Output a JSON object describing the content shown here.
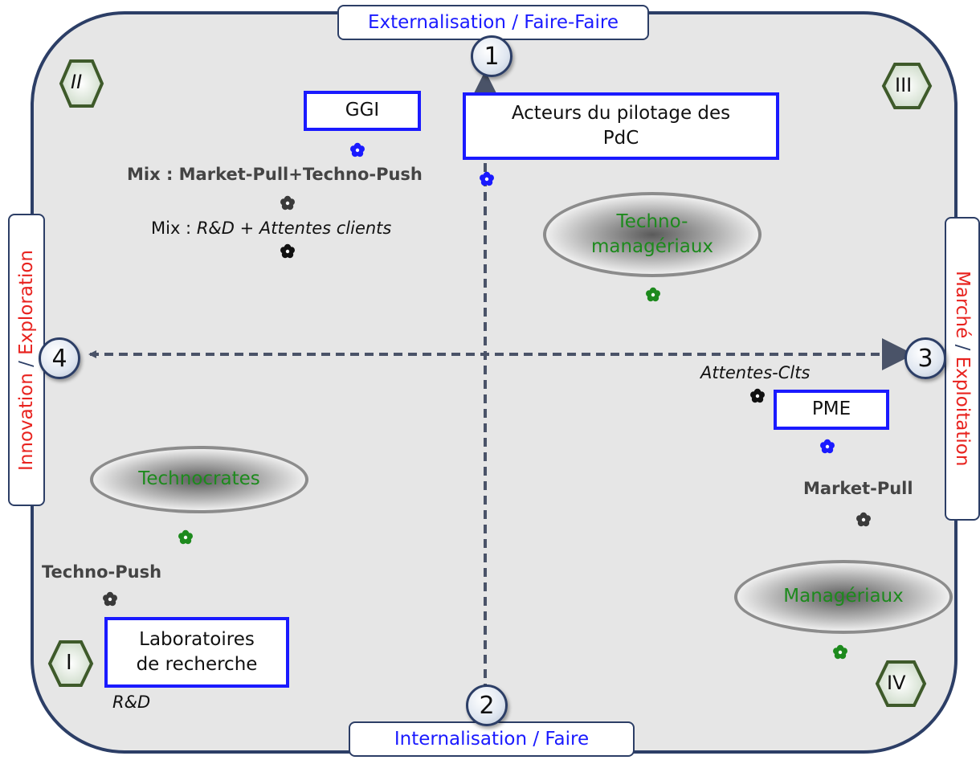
{
  "axes": {
    "top": "Externalisation / Faire-Faire",
    "bottom": "Internalisation / Faire",
    "left_prefix": "Innovation",
    "left_sep": " / ",
    "left_suffix": "Exploration",
    "right_prefix": "Marché",
    "right_sep": " / ",
    "right_suffix": "Exploitation"
  },
  "axis_numbers": {
    "n1": "1",
    "n2": "2",
    "n3": "3",
    "n4": "4"
  },
  "quadrants": {
    "q1": "I",
    "q2": "II",
    "q3": "III",
    "q4": "IV"
  },
  "actors": {
    "ggi": "GGI",
    "pilotage_line1": "Acteurs du pilotage des",
    "pilotage_line2": "PdC",
    "pme": "PME",
    "labo_line1": "Laboratoires",
    "labo_line2": "de recherche"
  },
  "profiles": {
    "techno_manageriaux_line1": "Techno-",
    "techno_manageriaux_line2": "managériaux",
    "technocrates": "Technocrates",
    "manageriaux": "Managériaux"
  },
  "strategies": {
    "mix_market_techno": "Mix : Market-Pull+Techno-Push",
    "mix_prefix": "Mix : ",
    "mix_rd": "R&D",
    "mix_plus": " + ",
    "mix_attentes": "Attentes clients",
    "attentes_clts": "Attentes-Clts",
    "market_pull": "Market-Pull",
    "techno_push": "Techno-Push",
    "rd": "R&D"
  },
  "colors": {
    "actor_marker": "#1a1aff",
    "profile_marker": "#1d8a1d",
    "strategy_marker": "#3a3a3a",
    "expectation_marker": "#111111",
    "axis_title_top_bottom": "#1a1aff",
    "axis_title_left_right": "#e8231f",
    "axis_title_separator": "#2c3e66",
    "frame": "#2c3e66",
    "hexagon_fill": "#dfe9dc",
    "hexagon_stroke": "#3e5a2a"
  }
}
